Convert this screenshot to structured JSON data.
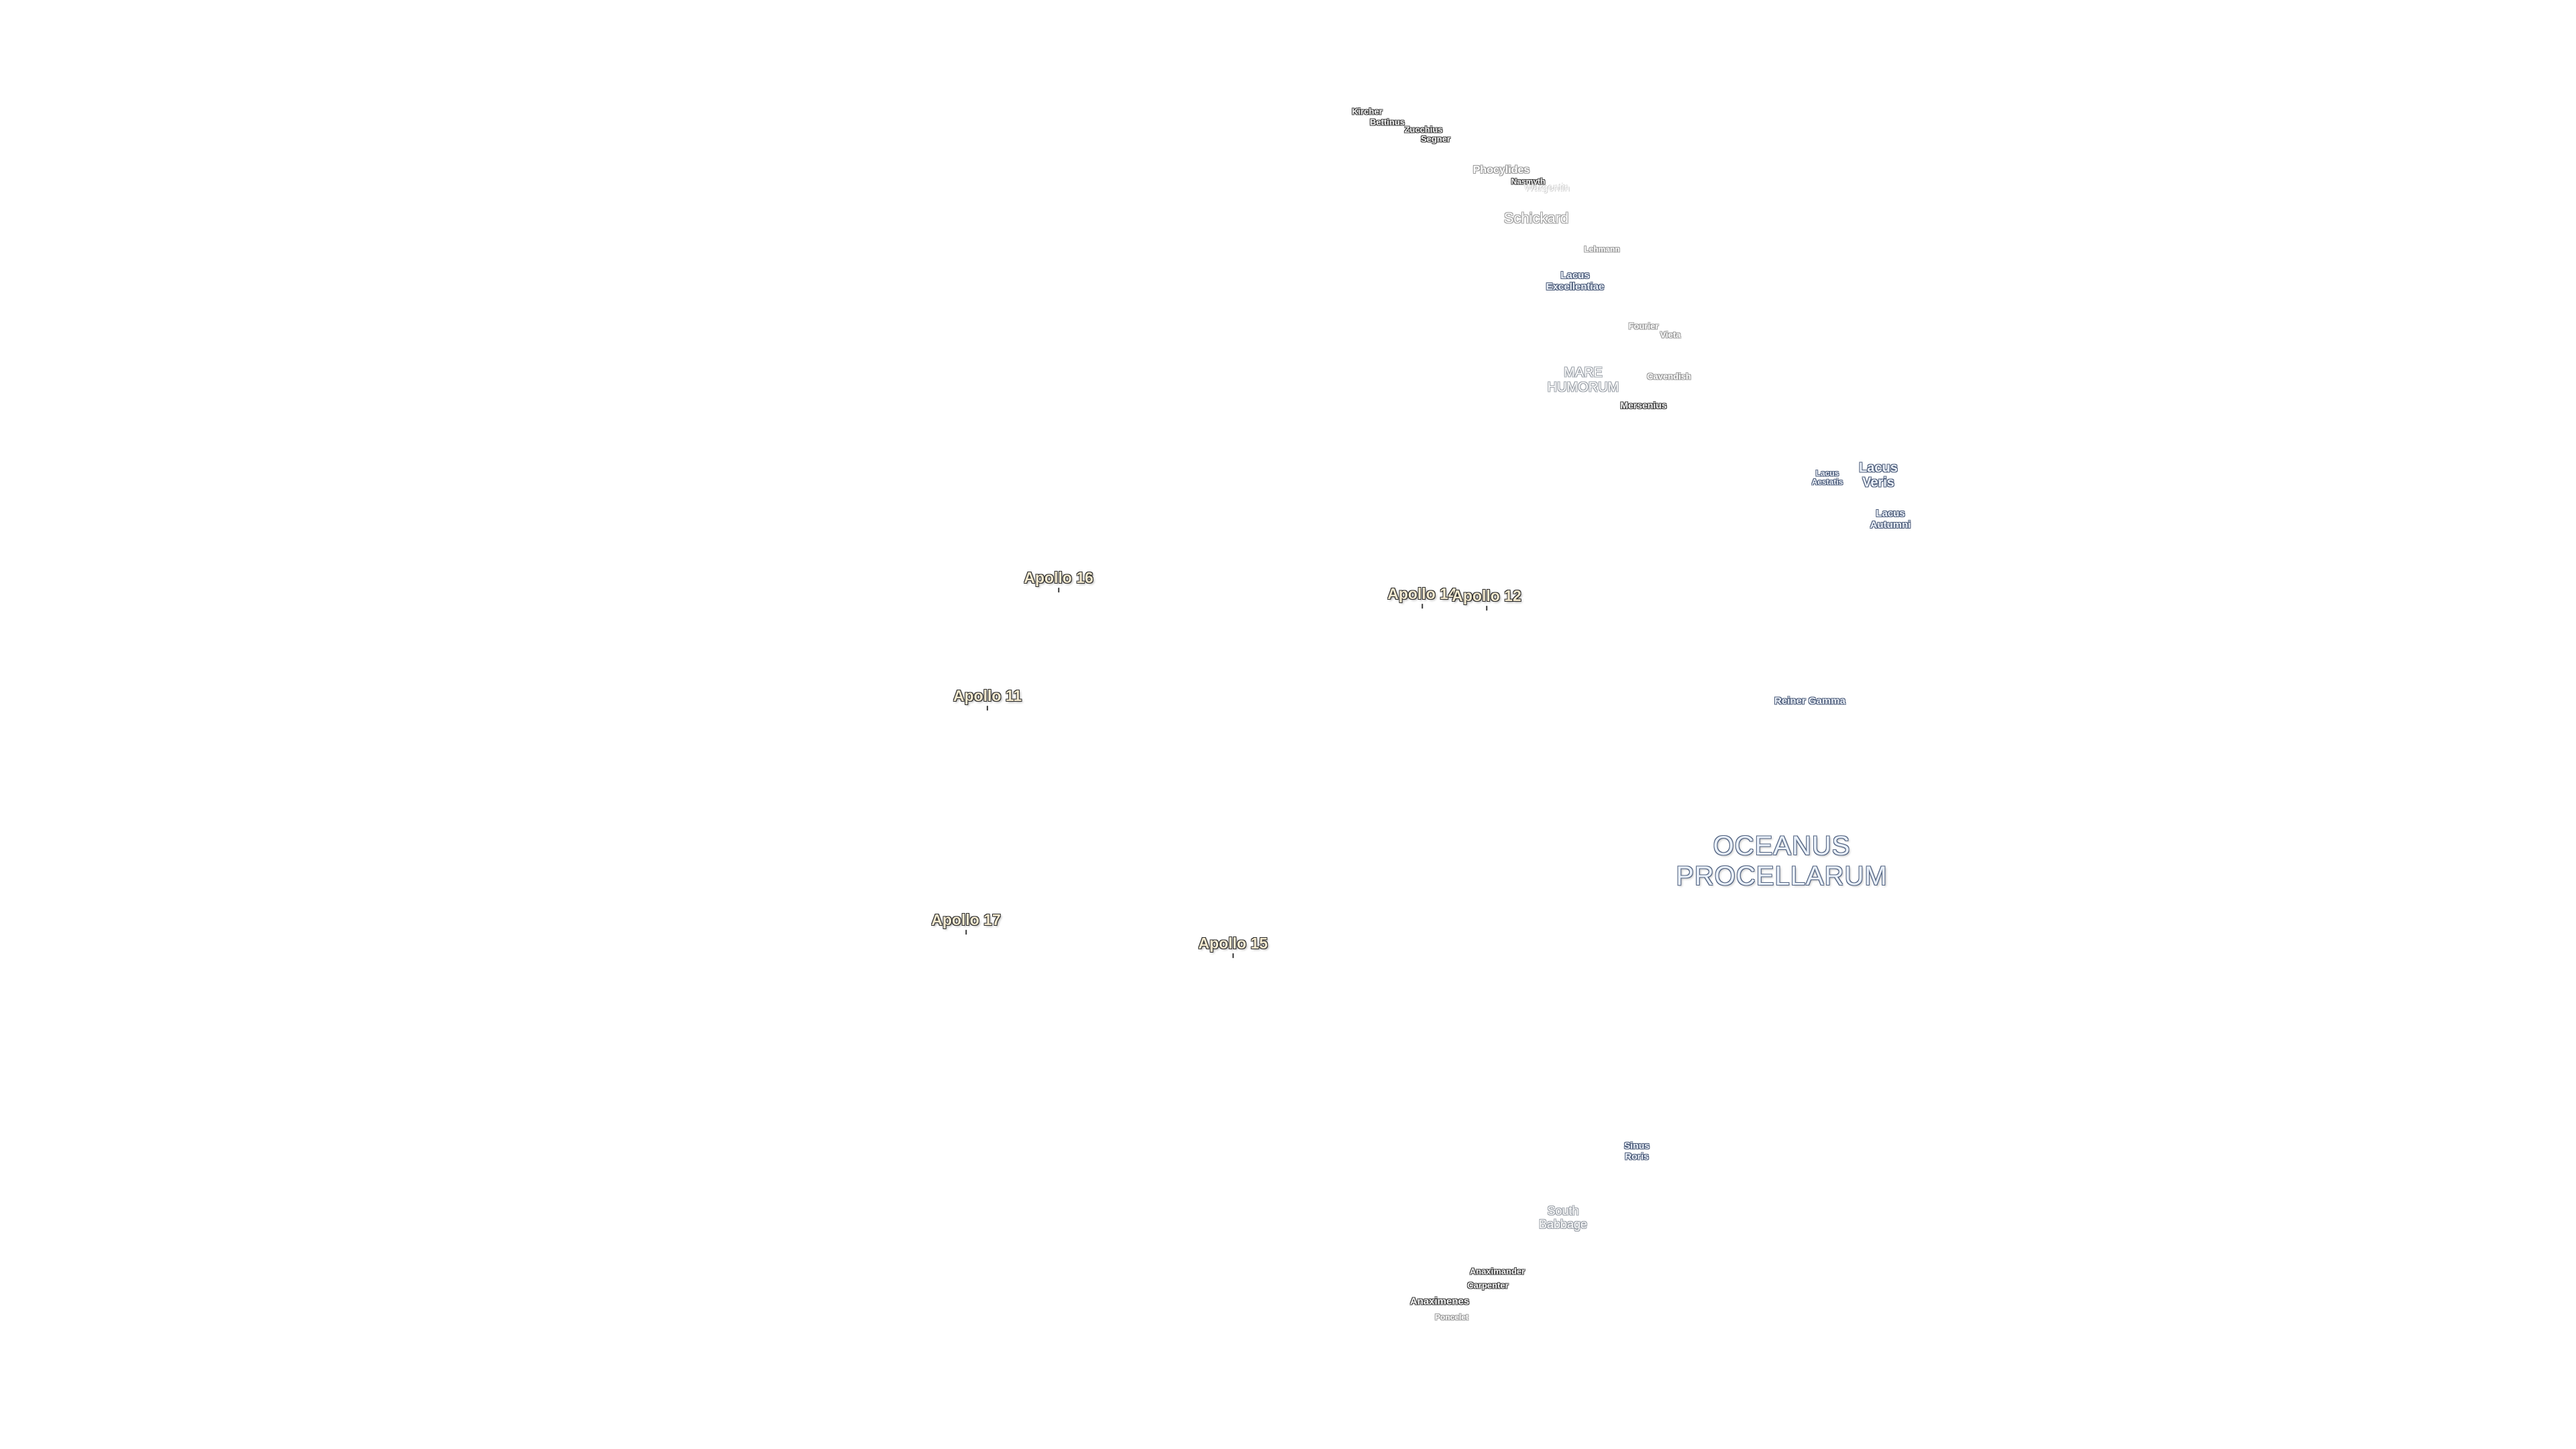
{
  "labels": {
    "kircher": "Kircher",
    "bettinus": "Bettinus",
    "zucchius": "Zucchius",
    "segner": "Segner",
    "phocylides": "Phocylides",
    "nasmyth": "Nasmyth",
    "wargentin": "Wargentin",
    "schickard": "Schickard",
    "lehmann": "Lehmann",
    "lacus_excellentiae": [
      "Lacus",
      "Excellentiae"
    ],
    "fourier": "Fourier",
    "vieta": "Vieta",
    "mare_humorum": [
      "MARE",
      "HUMORUM"
    ],
    "cavendish": "Cavendish",
    "mersenius": "Mersenius",
    "lacus_aestatis": [
      "Lacus",
      "Aestatis"
    ],
    "lacus_veris": [
      "Lacus",
      "Veris"
    ],
    "lacus_autumni": [
      "Lacus",
      "Autumni"
    ],
    "apollo_16": "Apollo 16",
    "apollo_14": "Apollo 14",
    "apollo_12": "Apollo 12",
    "apollo_11": "Apollo 11",
    "reiner_gamma": "Reiner Gamma",
    "oceanus_procellarum": [
      "OCEANUS",
      "PROCELLARUM"
    ],
    "apollo_17": "Apollo 17",
    "apollo_15": "Apollo 15",
    "sinus_roris": [
      "Sinus",
      "Roris"
    ],
    "south_babbage": [
      "South",
      "Babbage"
    ],
    "anaximander": "Anaximander",
    "carpenter": "Carpenter",
    "anaximenes": "Anaximenes",
    "poncelet": "Poncelet"
  },
  "colors": {
    "background": "#ffffff",
    "apollo_fill": "#f3e9cf",
    "feature_outline": "#4a5a78"
  }
}
